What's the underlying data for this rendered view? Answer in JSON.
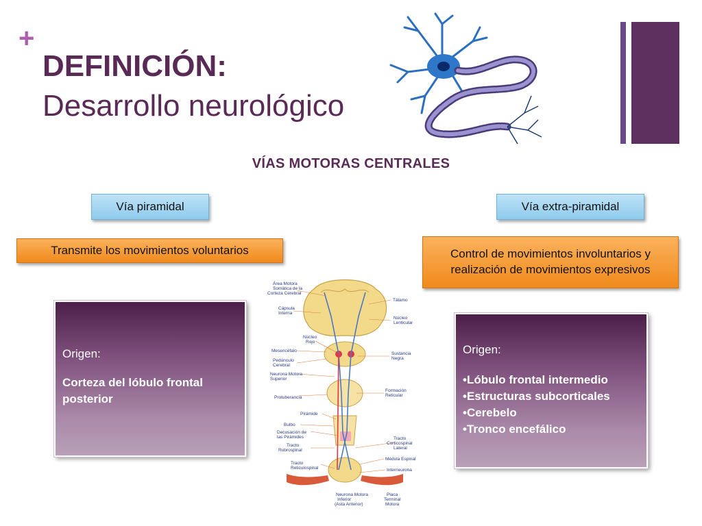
{
  "header": {
    "plus": "+",
    "title_line1": "DEFINICIÓN:",
    "title_line2": "Desarrollo neurológico"
  },
  "section_title": "VÍAS MOTORAS CENTRALES",
  "left": {
    "label": "Vía piramidal",
    "description": "Transmite los movimientos voluntarios",
    "origin_heading": "Origen:",
    "origin_text": "Corteza del lóbulo frontal posterior"
  },
  "right": {
    "label": "Vía extra-piramidal",
    "description_line1": "Control de movimientos involuntarios y",
    "description_line2": "realización de movimientos expresivos",
    "origin_heading": "Origen:",
    "origin_items": [
      "Lóbulo frontal intermedio",
      "Estructuras subcorticales",
      "Cerebelo",
      "Tronco encefálico"
    ]
  },
  "diagram_labels": {
    "area_motora_1": "Área Motora",
    "area_motora_2": "Somática de la",
    "area_motora_3": "Corteza Cerebral",
    "talamo": "Tálamo",
    "capsula_1": "Cápsula",
    "capsula_2": "Interna",
    "nucleo_lent_1": "Núcleo",
    "nucleo_lent_2": "Lenticular",
    "nucleo_rojo_1": "Núcleo",
    "nucleo_rojo_2": "Rojo",
    "mesencefalo": "Mesencéfalo",
    "sustancia_1": "Sustancia",
    "sustancia_2": "Negra",
    "pedunculo_1": "Pedúnculo",
    "pedunculo_2": "Cerebral",
    "neurona_sup_1": "Neurona Motora",
    "neurona_sup_2": "Superior",
    "formacion_1": "Formación",
    "formacion_2": "Reticular",
    "protuberancia": "Protuberancia",
    "piramide": "Pirámide",
    "bulbo": "Bulbo",
    "decusacion_1": "Decusación de",
    "decusacion_2": "las Pirámides",
    "tracto_cort_1": "Tracto",
    "tracto_cort_2": "Corticospinal",
    "tracto_cort_3": "Lateral",
    "tracto_rubro_1": "Tracto",
    "tracto_rubro_2": "Rubrospinal",
    "medula": "Médula Espinal",
    "tracto_ret_1": "Tracto",
    "tracto_ret_2": "Reticulospinal",
    "interneurona": "Interneurona",
    "neurona_inf_1": "Neurona Motora",
    "neurona_inf_2": "Inferior",
    "neurona_inf_3": "(Asta Anterior)",
    "placa_1": "Placa",
    "placa_2": "Terminal",
    "placa_3": "Motora"
  }
}
